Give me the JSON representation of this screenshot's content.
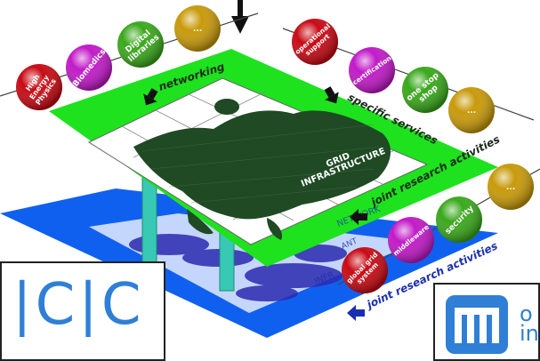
{
  "labels": {
    "networking": "networking",
    "specific_services": "specific services",
    "joint_research_upper": "joint research activities",
    "joint_research_lower": "joint research activities",
    "grid_infrastructure_line1": "GRID",
    "grid_infrastructure_line2": "INFRASTRUCTURE",
    "network_faint": "NETWORK",
    "infra_faint": "INFR",
    "infra_faint2": "ANT"
  },
  "balls_left": [
    {
      "lines": [
        "High",
        "Energy",
        "Physics"
      ],
      "color": "#c80a14"
    },
    {
      "lines": [
        "Biomedics"
      ],
      "color": "#c21ac8"
    },
    {
      "lines": [
        "Digital",
        "libraries"
      ],
      "color": "#3aa81c"
    },
    {
      "lines": [
        "..."
      ],
      "color": "#c89a0a"
    }
  ],
  "balls_right_top": [
    {
      "lines": [
        "operational",
        "support"
      ],
      "color": "#c80a14"
    },
    {
      "lines": [
        "certification"
      ],
      "color": "#c21ac8"
    },
    {
      "lines": [
        "one stop",
        "shop"
      ],
      "color": "#3aa81c"
    },
    {
      "lines": [
        "..."
      ],
      "color": "#c89a0a"
    }
  ],
  "balls_right_bottom": [
    {
      "lines": [
        "global grid",
        "system"
      ],
      "color": "#c80a14"
    },
    {
      "lines": [
        "middleware"
      ],
      "color": "#c21ac8"
    },
    {
      "lines": [
        "security"
      ],
      "color": "#3aa81c"
    },
    {
      "lines": [
        "..."
      ],
      "color": "#c89a0a"
    }
  ],
  "logos": {
    "left_logo_text": "|C|C",
    "right_logo_text_line1": "o",
    "right_logo_text_line2": "in"
  },
  "colors": {
    "green_plane": "#1ee21e",
    "blue_plane": "#1060f0",
    "map_dark": "#1f4a24",
    "pillar": "#37c9b3",
    "arrow": "#111111"
  }
}
